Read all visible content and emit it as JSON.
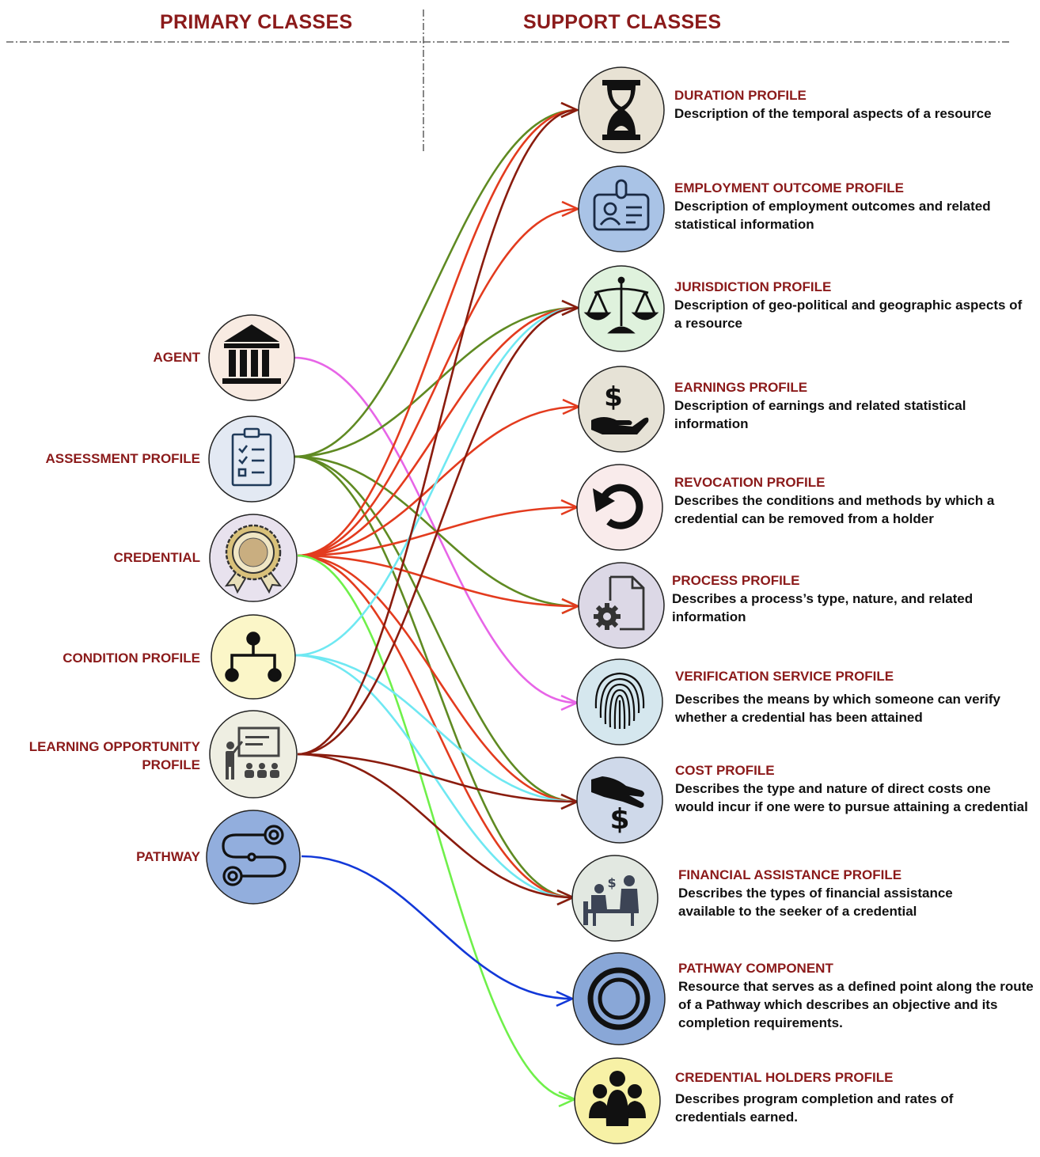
{
  "headers": {
    "primary": "PRIMARY CLASSES",
    "support": "SUPPORT CLASSES"
  },
  "primary": [
    {
      "id": "agent",
      "label": "AGENT",
      "icon": "bank-building-icon",
      "fill": "#f8ebe2"
    },
    {
      "id": "assessment",
      "label": "ASSESSMENT PROFILE",
      "icon": "clipboard-checklist-icon",
      "fill": "#e3e9f3"
    },
    {
      "id": "credential",
      "label": "CREDENTIAL",
      "icon": "award-rosette-icon",
      "fill": "#e8e2ee"
    },
    {
      "id": "condition",
      "label": "CONDITION PROFILE",
      "icon": "flowchart-icon",
      "fill": "#fbf6c8"
    },
    {
      "id": "learning",
      "label": "LEARNING OPPORTUNITY PROFILE",
      "icon": "teacher-classroom-icon",
      "fill": "#eeeee2"
    },
    {
      "id": "pathway",
      "label": "PATHWAY",
      "icon": "pathway-route-icon",
      "fill": "#92aedd"
    }
  ],
  "support": [
    {
      "id": "duration",
      "title": "DURATION PROFILE",
      "desc": "Description of the temporal aspects of a resource",
      "icon": "hourglass-icon",
      "fill": "#e8e2d4"
    },
    {
      "id": "employment",
      "title": "EMPLOYMENT OUTCOME PROFILE",
      "desc": "Description of employment outcomes and related statistical information",
      "icon": "id-badge-icon",
      "fill": "#a9c3e6"
    },
    {
      "id": "jurisdiction",
      "title": "JURISDICTION PROFILE",
      "desc": "Description of geo-political and geographic aspects of a resource",
      "icon": "scales-of-justice-icon",
      "fill": "#dff2dd"
    },
    {
      "id": "earnings",
      "title": "EARNINGS PROFILE",
      "desc": "Description of earnings and related statistical information",
      "icon": "hand-dollar-icon",
      "fill": "#e6e2d6"
    },
    {
      "id": "revocation",
      "title": "REVOCATION PROFILE",
      "desc": "Describes the conditions and methods by which a credential can be removed from a holder",
      "icon": "undo-arrow-icon",
      "fill": "#f9ebeb"
    },
    {
      "id": "process",
      "title": "PROCESS PROFILE",
      "desc": "Describes a process’s type, nature, and related information",
      "icon": "document-gear-icon",
      "fill": "#dcd8e6"
    },
    {
      "id": "verification",
      "title": "VERIFICATION SERVICE PROFILE",
      "desc": "Describes the means by which someone can verify whether a credential has been attained",
      "icon": "fingerprint-icon",
      "fill": "#d5e7ee"
    },
    {
      "id": "cost",
      "title": "COST PROFILE",
      "desc": "Describes the type and nature of direct costs one would incur if one were to pursue attaining a credential",
      "icon": "hand-payment-icon",
      "fill": "#cfd9ea"
    },
    {
      "id": "financial",
      "title": "FINANCIAL ASSISTANCE PROFILE",
      "desc": "Describes the types of financial assistance available to the seeker of a credential",
      "icon": "advisor-meeting-icon",
      "fill": "#e2e8e1"
    },
    {
      "id": "pathwaycomp",
      "title": "PATHWAY COMPONENT",
      "desc": "Resource that serves as a defined point along the route of a Pathway which describes an objective and its completion requirements.",
      "icon": "concentric-circles-icon",
      "fill": "#89a7d7"
    },
    {
      "id": "holders",
      "title": "CREDENTIAL HOLDERS PROFILE",
      "desc": "Describes program completion and rates of credentials earned.",
      "icon": "people-group-icon",
      "fill": "#f7f1a6"
    }
  ],
  "links": [
    {
      "from": "agent",
      "to": "verification",
      "color": "#e765e7"
    },
    {
      "from": "assessment",
      "to": "duration",
      "color": "#5f8a22"
    },
    {
      "from": "assessment",
      "to": "jurisdiction",
      "color": "#5f8a22"
    },
    {
      "from": "assessment",
      "to": "process",
      "color": "#5f8a22"
    },
    {
      "from": "assessment",
      "to": "cost",
      "color": "#5f8a22"
    },
    {
      "from": "assessment",
      "to": "financial",
      "color": "#5f8a22"
    },
    {
      "from": "credential",
      "to": "duration",
      "color": "#e33b1e"
    },
    {
      "from": "credential",
      "to": "employment",
      "color": "#e33b1e"
    },
    {
      "from": "credential",
      "to": "jurisdiction",
      "color": "#e33b1e"
    },
    {
      "from": "credential",
      "to": "earnings",
      "color": "#e33b1e"
    },
    {
      "from": "credential",
      "to": "revocation",
      "color": "#e33b1e"
    },
    {
      "from": "credential",
      "to": "process",
      "color": "#e33b1e"
    },
    {
      "from": "credential",
      "to": "cost",
      "color": "#e33b1e"
    },
    {
      "from": "credential",
      "to": "financial",
      "color": "#e33b1e"
    },
    {
      "from": "credential",
      "to": "holders",
      "color": "#6ff04a"
    },
    {
      "from": "condition",
      "to": "jurisdiction",
      "color": "#6fe8f2"
    },
    {
      "from": "condition",
      "to": "cost",
      "color": "#6fe8f2"
    },
    {
      "from": "condition",
      "to": "financial",
      "color": "#6fe8f2"
    },
    {
      "from": "learning",
      "to": "duration",
      "color": "#8a1c0e"
    },
    {
      "from": "learning",
      "to": "jurisdiction",
      "color": "#8a1c0e"
    },
    {
      "from": "learning",
      "to": "cost",
      "color": "#8a1c0e"
    },
    {
      "from": "learning",
      "to": "financial",
      "color": "#8a1c0e"
    },
    {
      "from": "pathway",
      "to": "pathwaycomp",
      "color": "#1238d8"
    }
  ]
}
